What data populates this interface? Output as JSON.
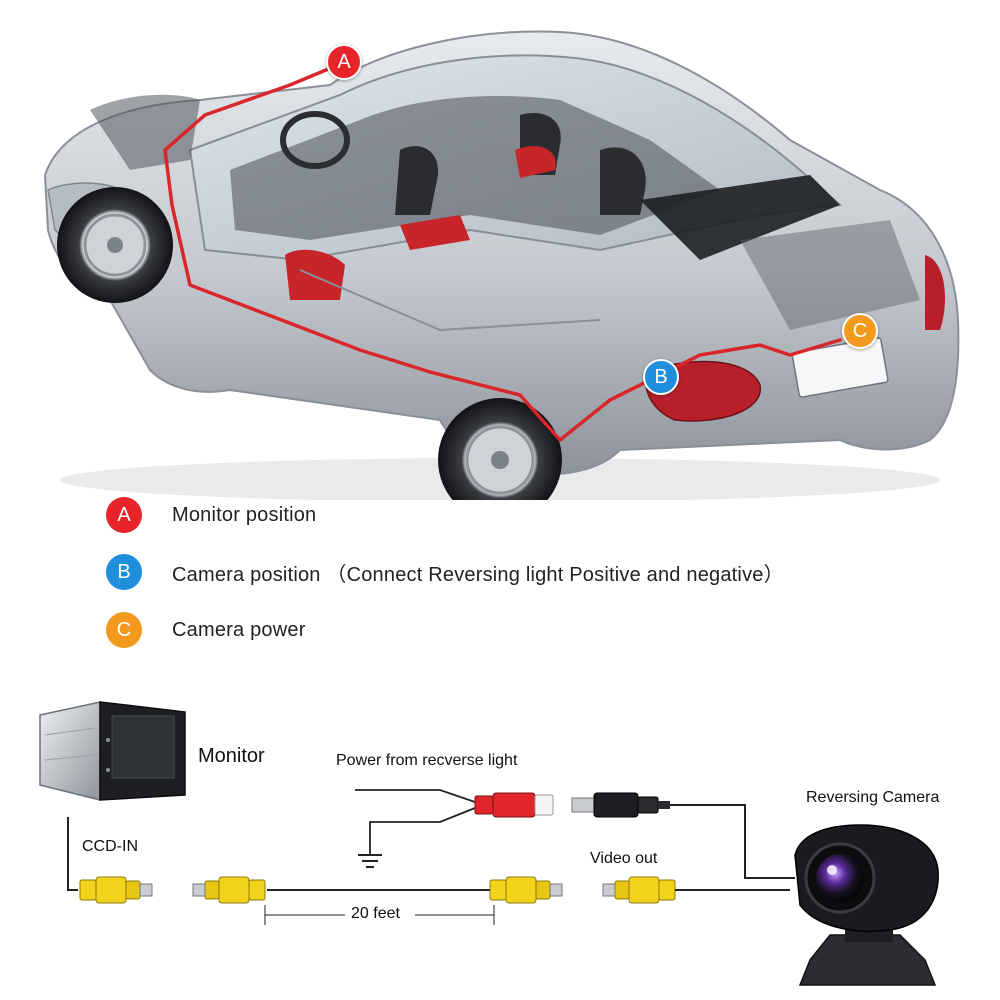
{
  "colors": {
    "marker_a": "#e8242b",
    "marker_b": "#1f8fdc",
    "marker_c": "#f39a1e",
    "wire_route": "#d9262b",
    "rca_yellow": "#f2d21b",
    "rca_red": "#e0262c",
    "body_silver": "#c9ced4"
  },
  "markers": {
    "a": "A",
    "b": "B",
    "c": "C"
  },
  "legend": [
    {
      "key": "a",
      "letter": "A",
      "text": "Monitor position"
    },
    {
      "key": "b",
      "letter": "B",
      "text": "Camera position （Connect Reversing light Positive and negative）"
    },
    {
      "key": "c",
      "letter": "C",
      "text": "Camera power"
    }
  ],
  "wiring": {
    "monitor_label": "Monitor",
    "power_label": "Power from recverse light",
    "camera_label": "Reversing Camera",
    "ccd_label": "CCD-IN",
    "video_label": "Video out",
    "length_label": "20 feet"
  }
}
